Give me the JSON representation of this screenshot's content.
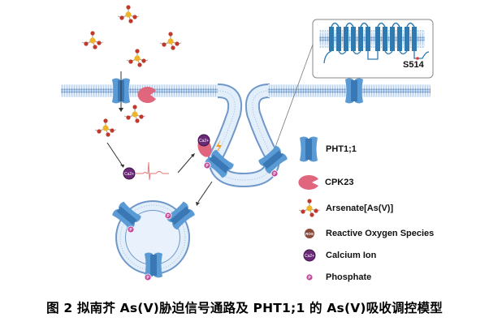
{
  "figure": {
    "caption": "图 2  拟南芥 As(V)胁迫信号通路及 PHT1;1 的 As(V)吸收调控模型",
    "inset_label": "S514",
    "ion_label": "Ca2+",
    "phosphate_glyph": "P",
    "ros_glyph": "ROS"
  },
  "legend": {
    "items": [
      {
        "icon": "pht1-transporter-icon",
        "label": "PHT1;1"
      },
      {
        "icon": "cpk23-kinase-icon",
        "label": "CPK23"
      },
      {
        "icon": "arsenate-molecule-icon",
        "label": "Arsenate[As(V)]"
      },
      {
        "icon": "ros-icon",
        "label": "Reactive Oxygen Species"
      },
      {
        "icon": "calcium-ion-icon",
        "label": "Calcium Ion"
      },
      {
        "icon": "phosphate-icon",
        "label": "Phosphate"
      }
    ]
  },
  "colors": {
    "membrane_edge": "#6f97c9",
    "membrane_fill": "#e3eefb",
    "transporter_light": "#5b9bd5",
    "transporter_dark": "#3a78b5",
    "cpk23": "#e0667e",
    "arsenate_center": "#f0b429",
    "arsenate_oxygen": "#c0392b",
    "calcium": "#6b2a78",
    "phosphate": "#c2449a",
    "ros": "#8a4b3a",
    "signal_trace": "#e57373",
    "lightning": "#f39c12",
    "vesicle_lumen": "#e8f1fc"
  }
}
